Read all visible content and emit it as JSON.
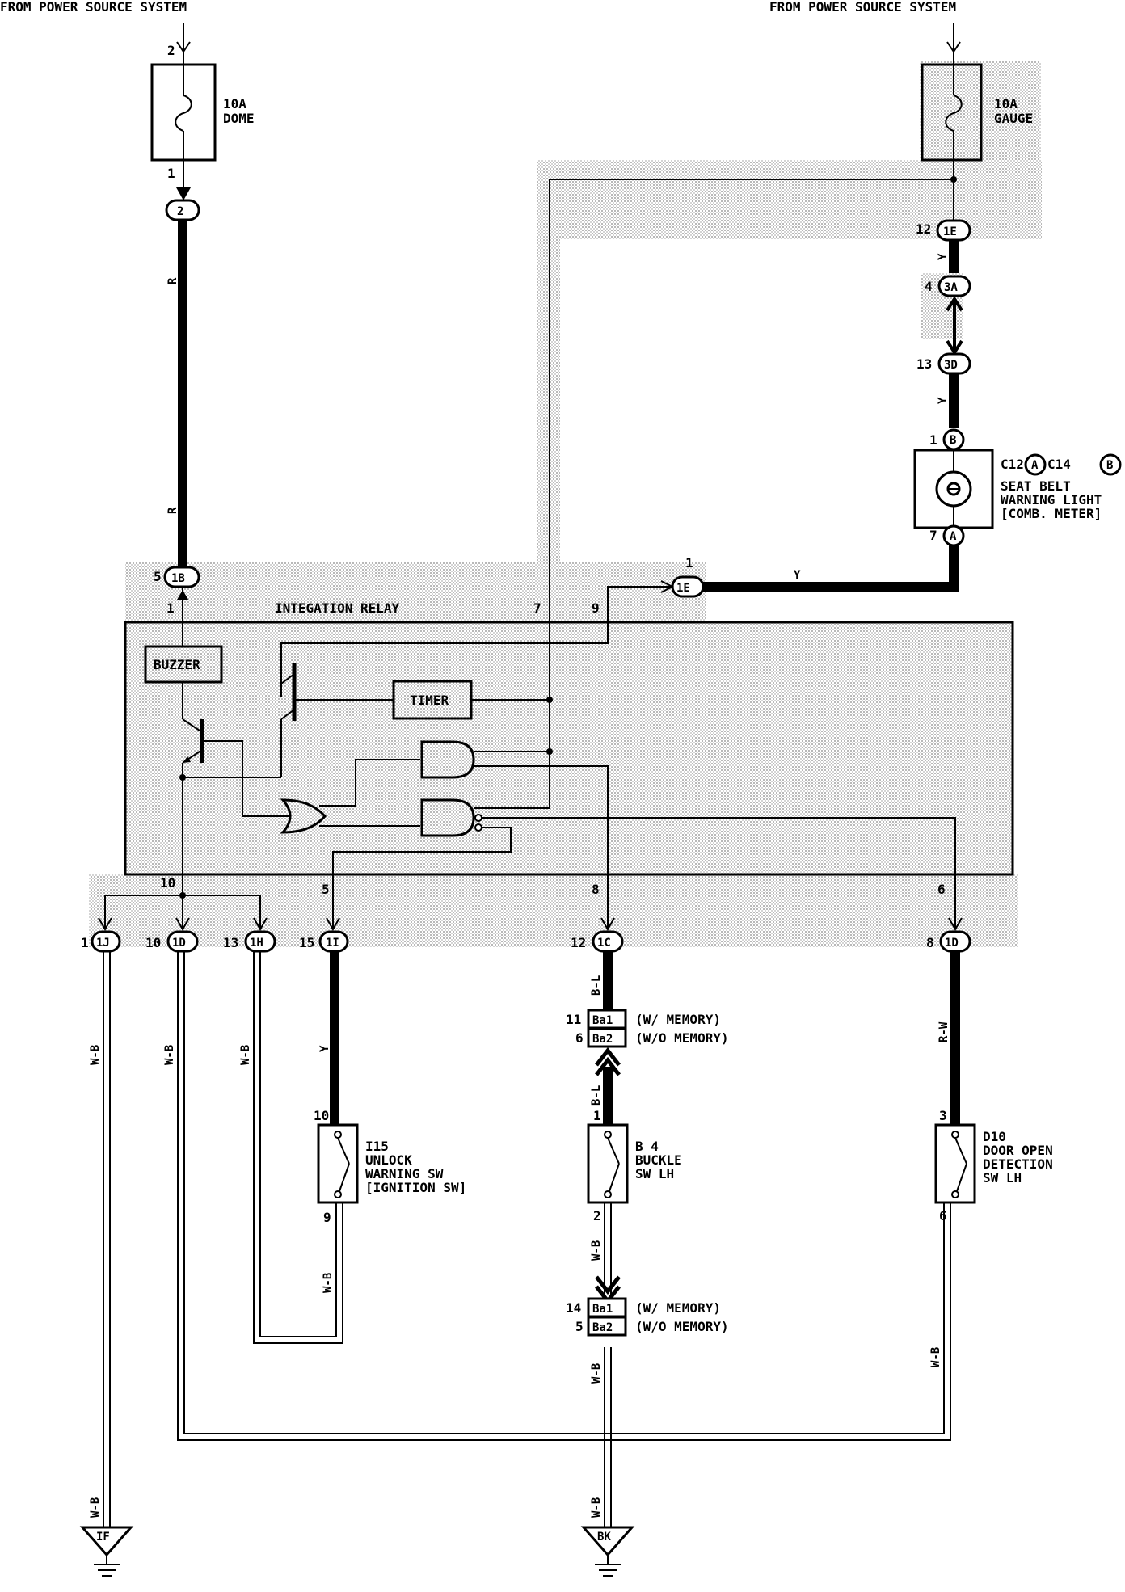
{
  "power_source_left": "FROM POWER SOURCE SYSTEM",
  "power_source_right": "FROM POWER SOURCE SYSTEM",
  "fuse_dome": {
    "amp": "10A",
    "name": "DOME",
    "pin_top": "2",
    "pin_bottom": "1"
  },
  "fuse_gauge": {
    "amp": "10A",
    "name": "GAUGE"
  },
  "relay": {
    "title": "INTEGATION RELAY",
    "buzzer": "BUZZER",
    "timer": "TIMER",
    "pins": {
      "p1": "1",
      "p7": "7",
      "p9": "9",
      "p10": "10",
      "p5": "5",
      "p8": "8",
      "p6": "6"
    }
  },
  "connectors": {
    "dome_2": {
      "id": "2"
    },
    "1B": {
      "pin": "5",
      "id": "1B"
    },
    "1E_top": {
      "pin": "12",
      "id": "1E"
    },
    "3A": {
      "pin": "4",
      "id": "3A"
    },
    "3D": {
      "pin": "13",
      "id": "3D"
    },
    "1E_mid": {
      "pin": "1",
      "id": "1E"
    },
    "1J": {
      "pin": "1",
      "id": "1J"
    },
    "1D_left": {
      "pin": "10",
      "id": "1D"
    },
    "1H": {
      "pin": "13",
      "id": "1H"
    },
    "1I": {
      "pin": "15",
      "id": "1I"
    },
    "1C": {
      "pin": "12",
      "id": "1C"
    },
    "1D_right": {
      "pin": "8",
      "id": "1D"
    }
  },
  "seat_belt_light": {
    "code": "C12",
    "code_a": "A",
    "code_b": "B",
    "code2": "C14",
    "line1": "SEAT BELT",
    "line2": "WARNING LIGHT",
    "line3": "[COMB. METER]",
    "pin_top": "1",
    "pin_top_conn": "B",
    "pin_bottom": "7",
    "pin_bottom_conn": "A"
  },
  "unlock_switch": {
    "code": "I15",
    "line1": "UNLOCK",
    "line2": "WARNING SW",
    "line3": "[IGNITION SW]",
    "pin_top": "10",
    "pin_bottom": "9"
  },
  "buckle_switch": {
    "code": "B 4",
    "line1": "BUCKLE",
    "line2": "SW LH",
    "pin_top": "1",
    "pin_bottom": "2"
  },
  "door_switch": {
    "code": "D10",
    "line1": "DOOR OPEN",
    "line2": "DETECTION",
    "line3": "SW LH",
    "pin_top": "3",
    "pin_bottom": "6"
  },
  "ba_upper": {
    "pin1": "11",
    "id1": "Ba1",
    "note1": "(W/ MEMORY)",
    "pin2": "6",
    "id2": "Ba2",
    "note2": "(W/O MEMORY)"
  },
  "ba_lower": {
    "pin1": "14",
    "id1": "Ba1",
    "note1": "(W/ MEMORY)",
    "pin2": "5",
    "id2": "Ba2",
    "note2": "(W/O MEMORY)"
  },
  "wire_colors": {
    "r": "R",
    "y": "Y",
    "wb": "W-B",
    "bl": "B-L",
    "rw": "R-W"
  },
  "grounds": {
    "left": "IF",
    "right": "BK"
  }
}
